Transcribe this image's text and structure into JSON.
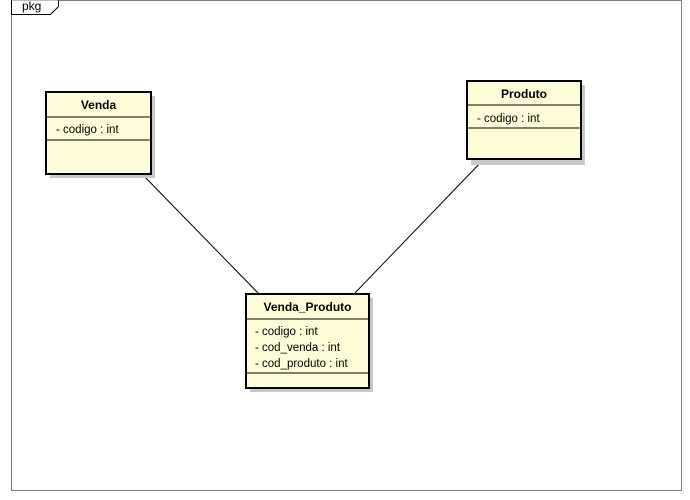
{
  "package": {
    "label": "pkg"
  },
  "colors": {
    "class_fill": "#fffdd8",
    "class_border": "#000000",
    "shadow": "#c8c8c8",
    "frame": "#808080",
    "line": "#000000"
  },
  "classes": {
    "venda": {
      "name": "Venda",
      "attributes": [
        "- codigo : int"
      ]
    },
    "produto": {
      "name": "Produto",
      "attributes": [
        "- codigo : int"
      ]
    },
    "venda_produto": {
      "name": "Venda_Produto",
      "attributes": [
        "- codigo : int",
        "- cod_venda : int",
        "- cod_produto : int"
      ]
    }
  }
}
